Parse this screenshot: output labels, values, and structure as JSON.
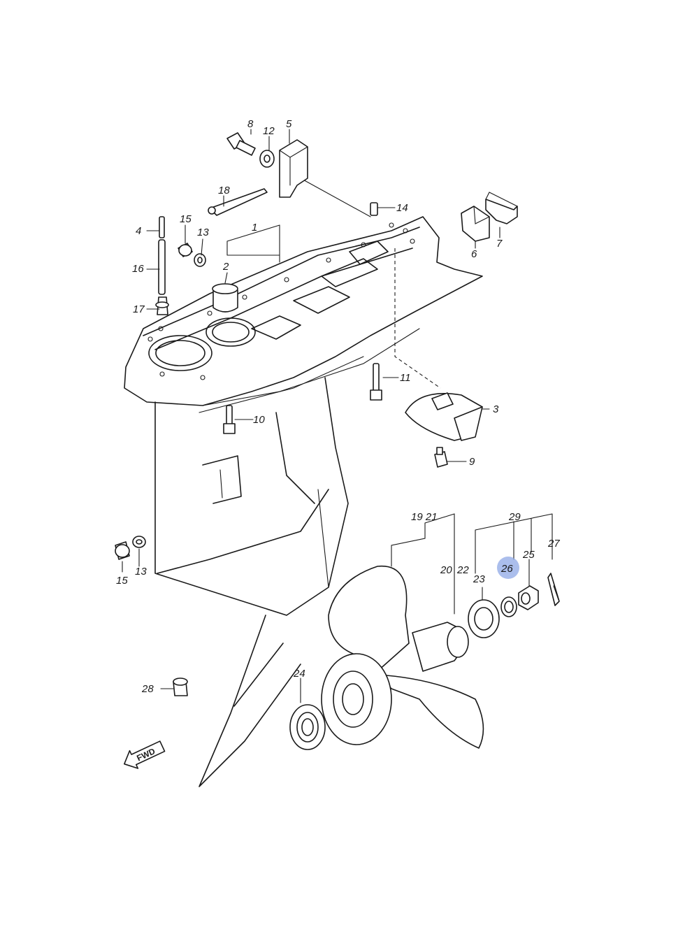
{
  "highlight_color": "#8fa8e6",
  "fwd_label": "FWD",
  "callouts": [
    {
      "id": "c1",
      "text": "1"
    },
    {
      "id": "c2",
      "text": "2"
    },
    {
      "id": "c3",
      "text": "3"
    },
    {
      "id": "c4",
      "text": "4"
    },
    {
      "id": "c5",
      "text": "5"
    },
    {
      "id": "c6",
      "text": "6"
    },
    {
      "id": "c7",
      "text": "7"
    },
    {
      "id": "c8",
      "text": "8"
    },
    {
      "id": "c9",
      "text": "9"
    },
    {
      "id": "c10",
      "text": "10"
    },
    {
      "id": "c11",
      "text": "11"
    },
    {
      "id": "c12",
      "text": "12"
    },
    {
      "id": "c13a",
      "text": "13"
    },
    {
      "id": "c13b",
      "text": "13"
    },
    {
      "id": "c14",
      "text": "14"
    },
    {
      "id": "c15a",
      "text": "15"
    },
    {
      "id": "c15b",
      "text": "15"
    },
    {
      "id": "c16",
      "text": "16"
    },
    {
      "id": "c17",
      "text": "17"
    },
    {
      "id": "c18",
      "text": "18"
    },
    {
      "id": "c1921",
      "text": "19 21"
    },
    {
      "id": "c20",
      "text": "20"
    },
    {
      "id": "c22",
      "text": "22"
    },
    {
      "id": "c23",
      "text": "23"
    },
    {
      "id": "c24",
      "text": "24"
    },
    {
      "id": "c25",
      "text": "25"
    },
    {
      "id": "c26",
      "text": "26"
    },
    {
      "id": "c27",
      "text": "27"
    },
    {
      "id": "c28",
      "text": "28"
    },
    {
      "id": "c29",
      "text": "29"
    }
  ]
}
